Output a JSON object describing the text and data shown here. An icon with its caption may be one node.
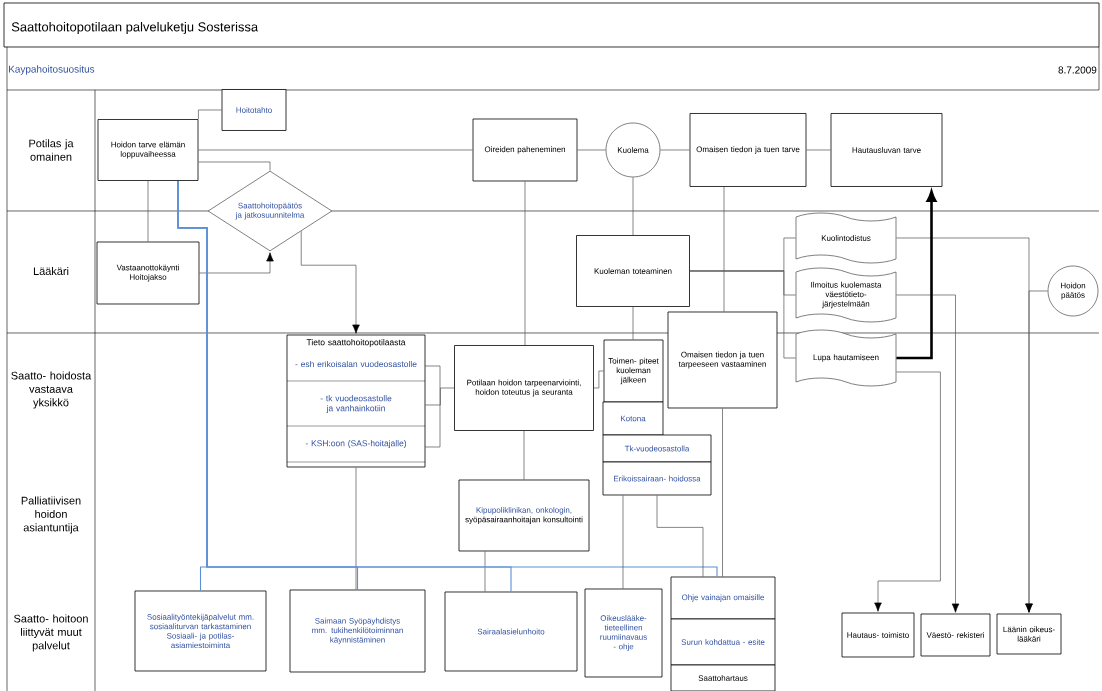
{
  "diagram": {
    "title": "Saattohoitopotilaan palveluketju Sosterissa",
    "nodes": [
      {
        "text": [
          "Hoitotahto"
        ]
      },
      {
        "text": [
          "Hoidon tarve elämän loppuvaiheessa"
        ]
      },
      {
        "text": [
          "Saattohoitopäätös ja jatkosuunnitelma"
        ]
      },
      {
        "text": [
          "Vastaanottokäynti Hoitojakso"
        ]
      },
      {
        "text": [
          "Oireiden paheneminen"
        ]
      },
      {
        "text": [
          "Kuolema"
        ]
      },
      {
        "text": [
          "Omaisen tiedon ja tuen tarve"
        ]
      },
      {
        "text": [
          "Hautausluvan tarve"
        ]
      },
      {
        "text": [
          "Kuoleman toteaminen"
        ]
      },
      {
        "text": [
          "Kuolintodistus"
        ]
      },
      {
        "text": [
          "Ilmoitus kuolemasta väestötieto- järjestelmään"
        ]
      },
      {
        "text": [
          "Lupa hautamiseen"
        ]
      },
      {
        "text": [
          "Hoidon päätös"
        ]
      },
      {
        "text": [
          "Tieto saattohoitopotilaasta",
          "- esh erikoisalan vuodeosastolle",
          "- tk vuodeosastolle ja vanhainkotiin",
          "- KSH:oon (SAS-hoitajalle)"
        ]
      },
      {
        "text": [
          "Potilaan hoidon tarpeenarviointi, hoidon toteutus ja seuranta"
        ]
      },
      {
        "text": [
          "Toimen- piteet kuoleman jälkeen"
        ]
      },
      {
        "text": [
          "Kotona"
        ]
      },
      {
        "text": [
          "Tk-vuodeosastolla"
        ]
      },
      {
        "text": [
          "Erikoissairaan- hoidossa"
        ]
      },
      {
        "text": [
          "Omaisen tiedon ja tuen tarpeeseen vastaaminen"
        ]
      },
      {
        "text": [
          "Kipupoliklinikan, onkologin,",
          "syöpäsairaanhoitajan konsultointi"
        ]
      },
      {
        "text": [
          "Sosiaalityöntekijäpalvelut mm. sosiaaliturvan tarkastaminen",
          "Sosiaali- ja potilas- asiamiestoiminta"
        ]
      },
      {
        "text": [
          "Saimaan Syöpäyhdistys mm. tukihenkilötoiminnan käynnistäminen"
        ]
      },
      {
        "text": [
          "Sairaalasielunhoito"
        ]
      },
      {
        "text": [
          "Oikeuslääke- tieteellinen ruumiinavaus - ohje"
        ]
      },
      {
        "text": [
          "Ohje vainajan omaisille"
        ]
      },
      {
        "text": [
          "Surun kohdattua - esite"
        ]
      },
      {
        "text": [
          "Saattohartaus"
        ]
      },
      {
        "text": [
          "Hautaus- toimisto"
        ]
      },
      {
        "text": [
          "Väestö- rekisteri"
        ]
      },
      {
        "text": [
          "Läänin oikeus- lääkäri"
        ]
      }
    ],
    "edges": [
      {
        "from": 1,
        "to": 0,
        "arrow": "none"
      },
      {
        "from": 1,
        "to": 4,
        "arrow": "none"
      },
      {
        "from": 1,
        "to": 2,
        "arrow": "none"
      },
      {
        "from": 1,
        "to": 3,
        "arrow": "none"
      },
      {
        "from": 3,
        "to": 2,
        "arrow": "to"
      },
      {
        "from": 2,
        "to": 13,
        "arrow": "to"
      },
      {
        "from": 4,
        "to": 5,
        "arrow": "none"
      },
      {
        "from": 5,
        "to": 6,
        "arrow": "none"
      },
      {
        "from": 6,
        "to": 7,
        "arrow": "none"
      },
      {
        "from": 4,
        "to": 14,
        "arrow": "none"
      },
      {
        "from": 5,
        "to": 8,
        "arrow": "none"
      },
      {
        "from": 8,
        "to": 9,
        "arrow": "none"
      },
      {
        "from": 8,
        "to": 10,
        "arrow": "none"
      },
      {
        "from": 8,
        "to": 11,
        "arrow": "none"
      },
      {
        "from": 8,
        "to": 15,
        "arrow": "none"
      },
      {
        "from": 6,
        "to": 19,
        "arrow": "none"
      },
      {
        "from": 19,
        "to": 25,
        "arrow": "none"
      },
      {
        "from": 13,
        "to": 14,
        "arrow": "none"
      },
      {
        "from": 14,
        "to": 15,
        "arrow": "none"
      },
      {
        "from": 14,
        "to": 20,
        "arrow": "none"
      },
      {
        "from": 13,
        "to": 22,
        "arrow": "none"
      },
      {
        "from": 20,
        "to": 23,
        "arrow": "none"
      },
      {
        "from": 1,
        "to": 21,
        "arrow": "none",
        "color": "#5b8fd6"
      },
      {
        "from": 1,
        "to": 22,
        "arrow": "none",
        "color": "#5b8fd6"
      },
      {
        "from": 1,
        "to": 23,
        "arrow": "none",
        "color": "#5b8fd6"
      },
      {
        "from": 1,
        "to": 25,
        "arrow": "none",
        "color": "#5b8fd6"
      },
      {
        "from": 18,
        "to": 24,
        "arrow": "none"
      },
      {
        "from": 18,
        "to": 25,
        "arrow": "none"
      },
      {
        "from": 9,
        "to": 30,
        "arrow": "to"
      },
      {
        "from": 10,
        "to": 29,
        "arrow": "to"
      },
      {
        "from": 11,
        "to": 7,
        "arrow": "to",
        "style": "thick"
      },
      {
        "from": 11,
        "to": 28,
        "arrow": "to"
      },
      {
        "from": 12,
        "to": 30,
        "arrow": "to"
      }
    ],
    "labels": [
      "Kaypahoitosuositus",
      "8.7.2009",
      "Potilas ja omainen",
      "Lääkäri",
      "Saatto- hoidosta vastaava yksikkö",
      "Palliatiivisen hoidon asiantuntija",
      "Saatto- hoitoon liittyvät muut palvelut"
    ]
  }
}
